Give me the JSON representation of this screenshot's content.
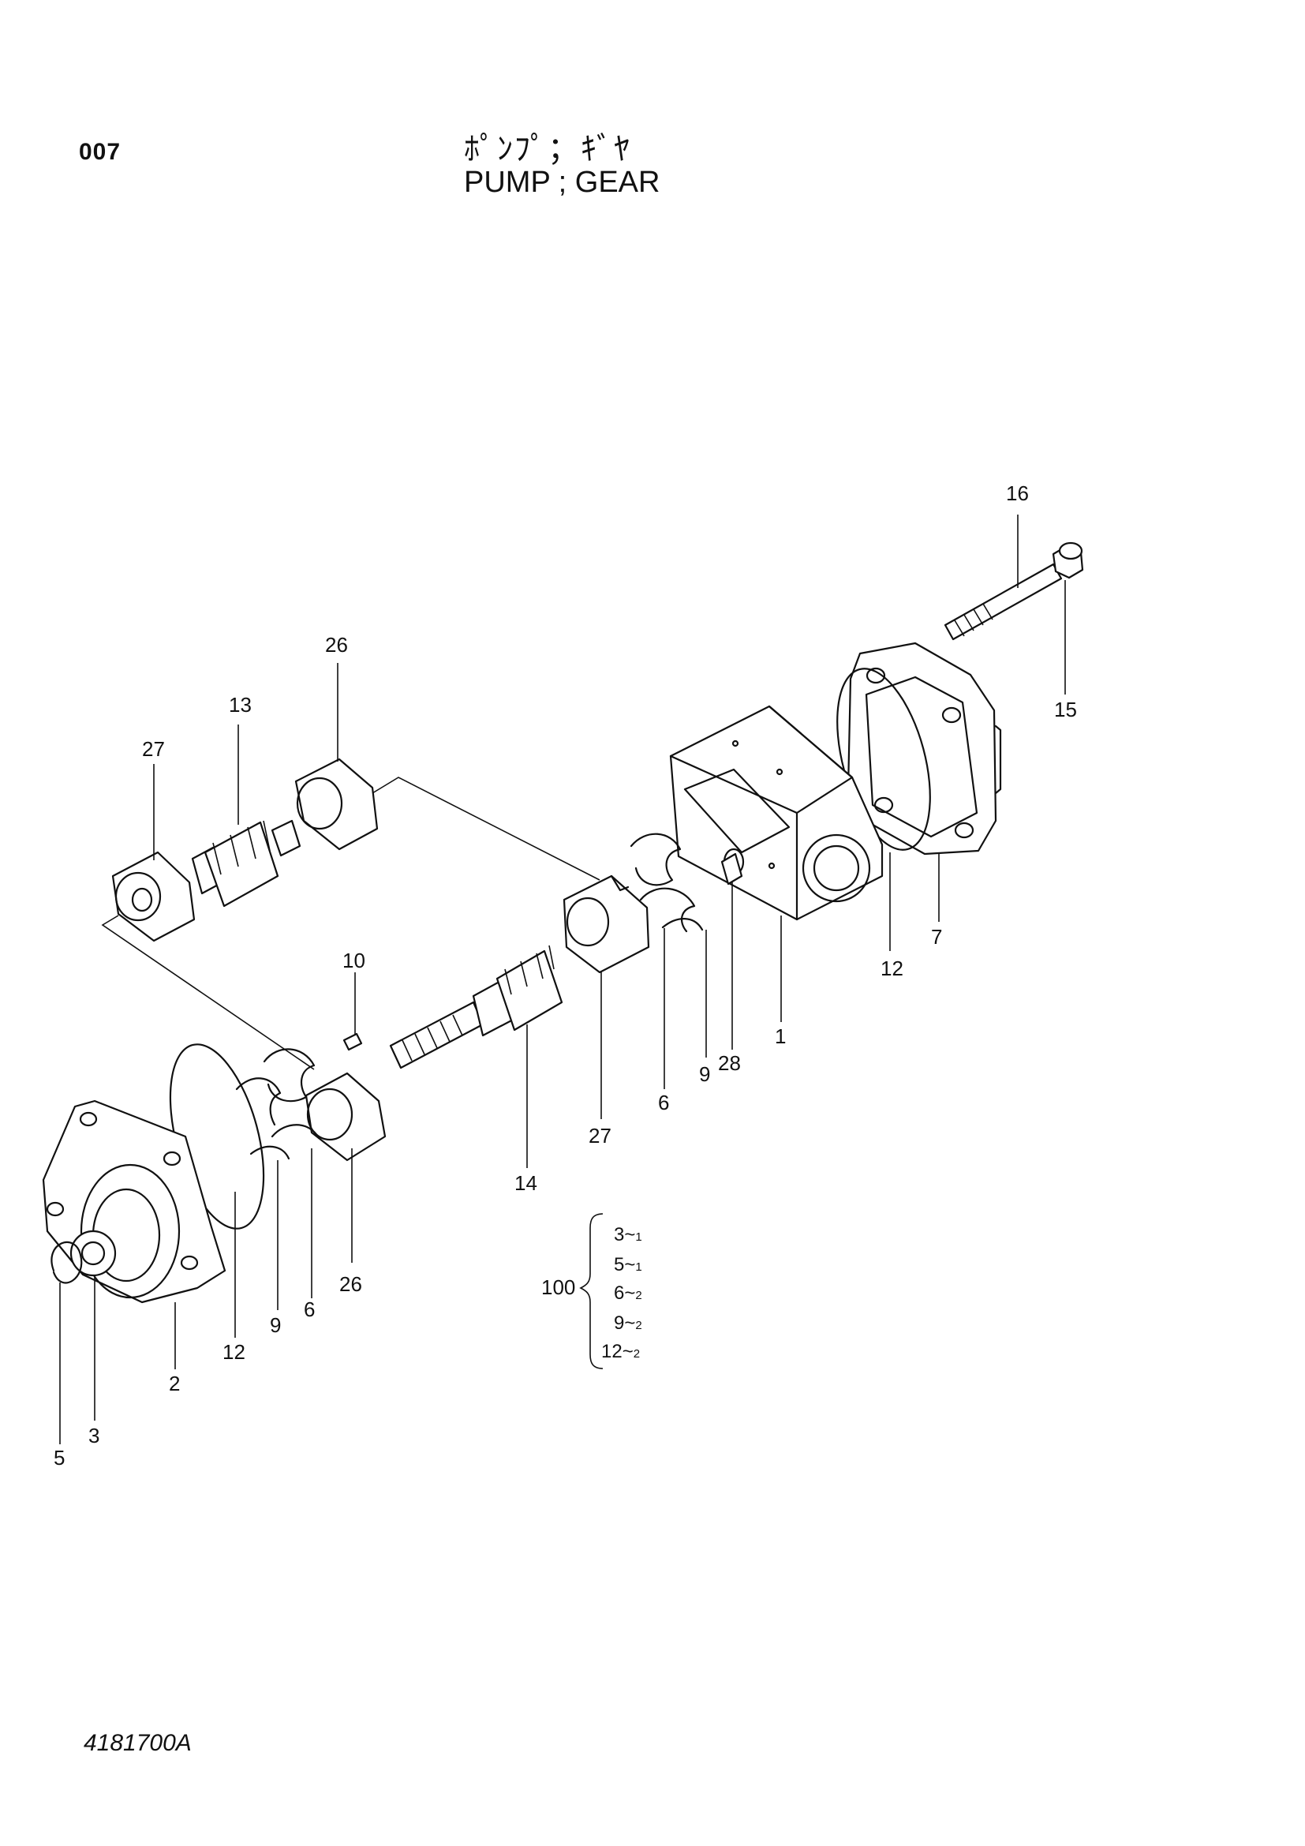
{
  "header": {
    "page_number": "007",
    "title_jp": "ﾎﾟﾝﾌﾟ；ｷﾞﾔ",
    "title_en": "PUMP ; GEAR"
  },
  "document_id": "4181700A",
  "callouts": {
    "c1": "1",
    "c2": "2",
    "c3": "3",
    "c5": "5",
    "c6a": "6",
    "c6b": "6",
    "c7": "7",
    "c9a": "9",
    "c9b": "9",
    "c10": "10",
    "c12a": "12",
    "c12b": "12",
    "c13": "13",
    "c14": "14",
    "c15": "15",
    "c16": "16",
    "c26a": "26",
    "c26b": "26",
    "c27a": "27",
    "c27b": "27",
    "c28": "28"
  },
  "kit": {
    "number": "100",
    "items": [
      {
        "part": "3",
        "qty": "1"
      },
      {
        "part": "5",
        "qty": "1"
      },
      {
        "part": "6",
        "qty": "2"
      },
      {
        "part": "9",
        "qty": "2"
      },
      {
        "part": "12",
        "qty": "2"
      }
    ]
  }
}
